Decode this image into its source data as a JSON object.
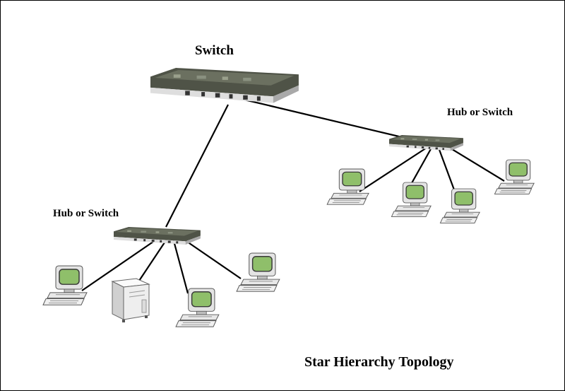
{
  "labels": {
    "core_switch": "Switch",
    "right_hub": "Hub or Switch",
    "left_hub": "Hub or Switch",
    "caption": "Star Hierarchy Topology"
  },
  "colors": {
    "cable": "#000000",
    "device_body": "#d9d9d9",
    "circuit_board": "#5a5f50",
    "monitor_screen": "#8fbf6a",
    "monitor_case": "#e6e6e6",
    "tower_case": "#eeeeee"
  },
  "icons": {
    "switch": "network-switch-icon",
    "workstation": "desktop-computer-icon",
    "server": "server-tower-icon"
  }
}
